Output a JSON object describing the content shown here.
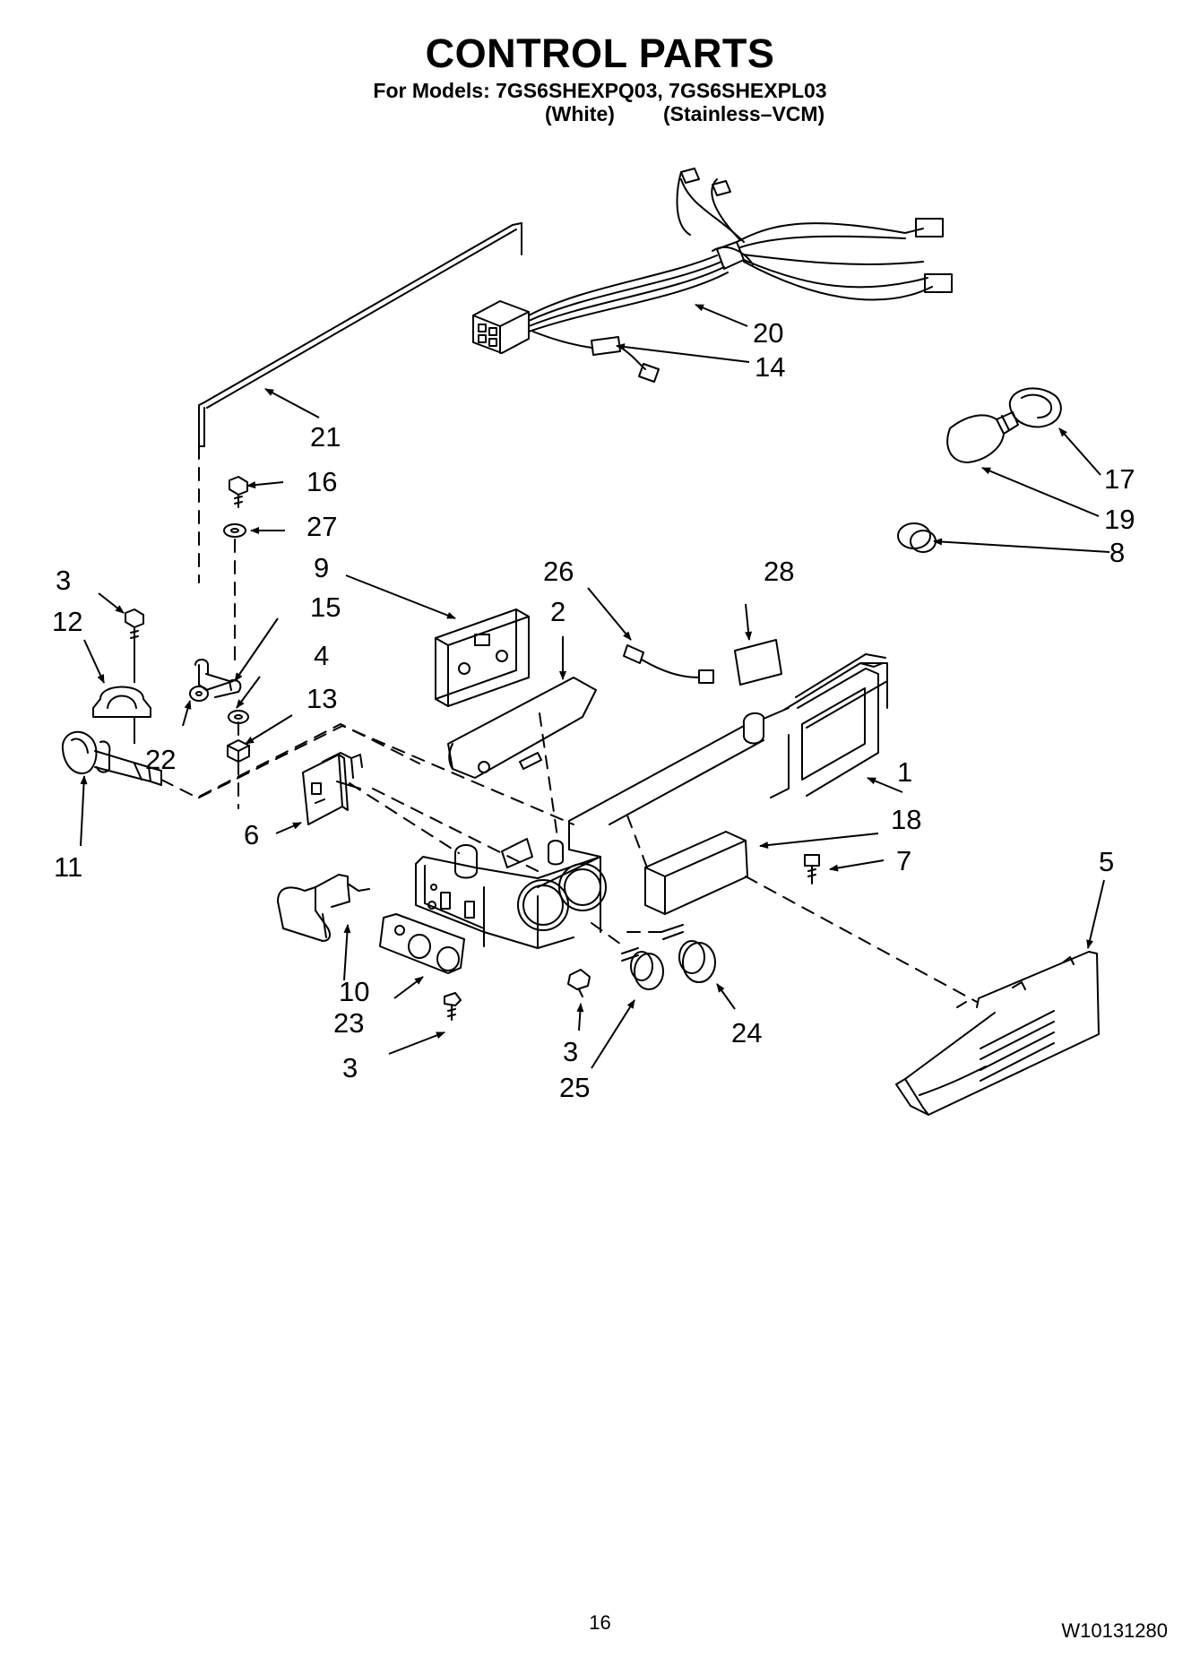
{
  "header": {
    "title": "CONTROL PARTS",
    "models": "For Models: 7GS6SHEXPQ03, 7GS6SHEXPL03",
    "variant_1": "(White)",
    "variant_2": "(Stainless–VCM)"
  },
  "callouts": [
    {
      "id": "c1",
      "text": "1"
    },
    {
      "id": "c2",
      "text": "2"
    },
    {
      "id": "c3a",
      "text": "3"
    },
    {
      "id": "c3b",
      "text": "3"
    },
    {
      "id": "c3c",
      "text": "3"
    },
    {
      "id": "c4",
      "text": "4"
    },
    {
      "id": "c5",
      "text": "5"
    },
    {
      "id": "c6",
      "text": "6"
    },
    {
      "id": "c7",
      "text": "7"
    },
    {
      "id": "c8",
      "text": "8"
    },
    {
      "id": "c9",
      "text": "9"
    },
    {
      "id": "c10",
      "text": "10"
    },
    {
      "id": "c11",
      "text": "11"
    },
    {
      "id": "c12",
      "text": "12"
    },
    {
      "id": "c13",
      "text": "13"
    },
    {
      "id": "c14",
      "text": "14"
    },
    {
      "id": "c15",
      "text": "15"
    },
    {
      "id": "c16",
      "text": "16"
    },
    {
      "id": "c17",
      "text": "17"
    },
    {
      "id": "c18",
      "text": "18"
    },
    {
      "id": "c19",
      "text": "19"
    },
    {
      "id": "c20",
      "text": "20"
    },
    {
      "id": "c21",
      "text": "21"
    },
    {
      "id": "c22",
      "text": "22"
    },
    {
      "id": "c23",
      "text": "23"
    },
    {
      "id": "c24",
      "text": "24"
    },
    {
      "id": "c25",
      "text": "25"
    },
    {
      "id": "c26",
      "text": "26"
    },
    {
      "id": "c27",
      "text": "27"
    },
    {
      "id": "c28",
      "text": "28"
    }
  ],
  "footer": {
    "page_number": "16",
    "document_number": "W10131280"
  }
}
